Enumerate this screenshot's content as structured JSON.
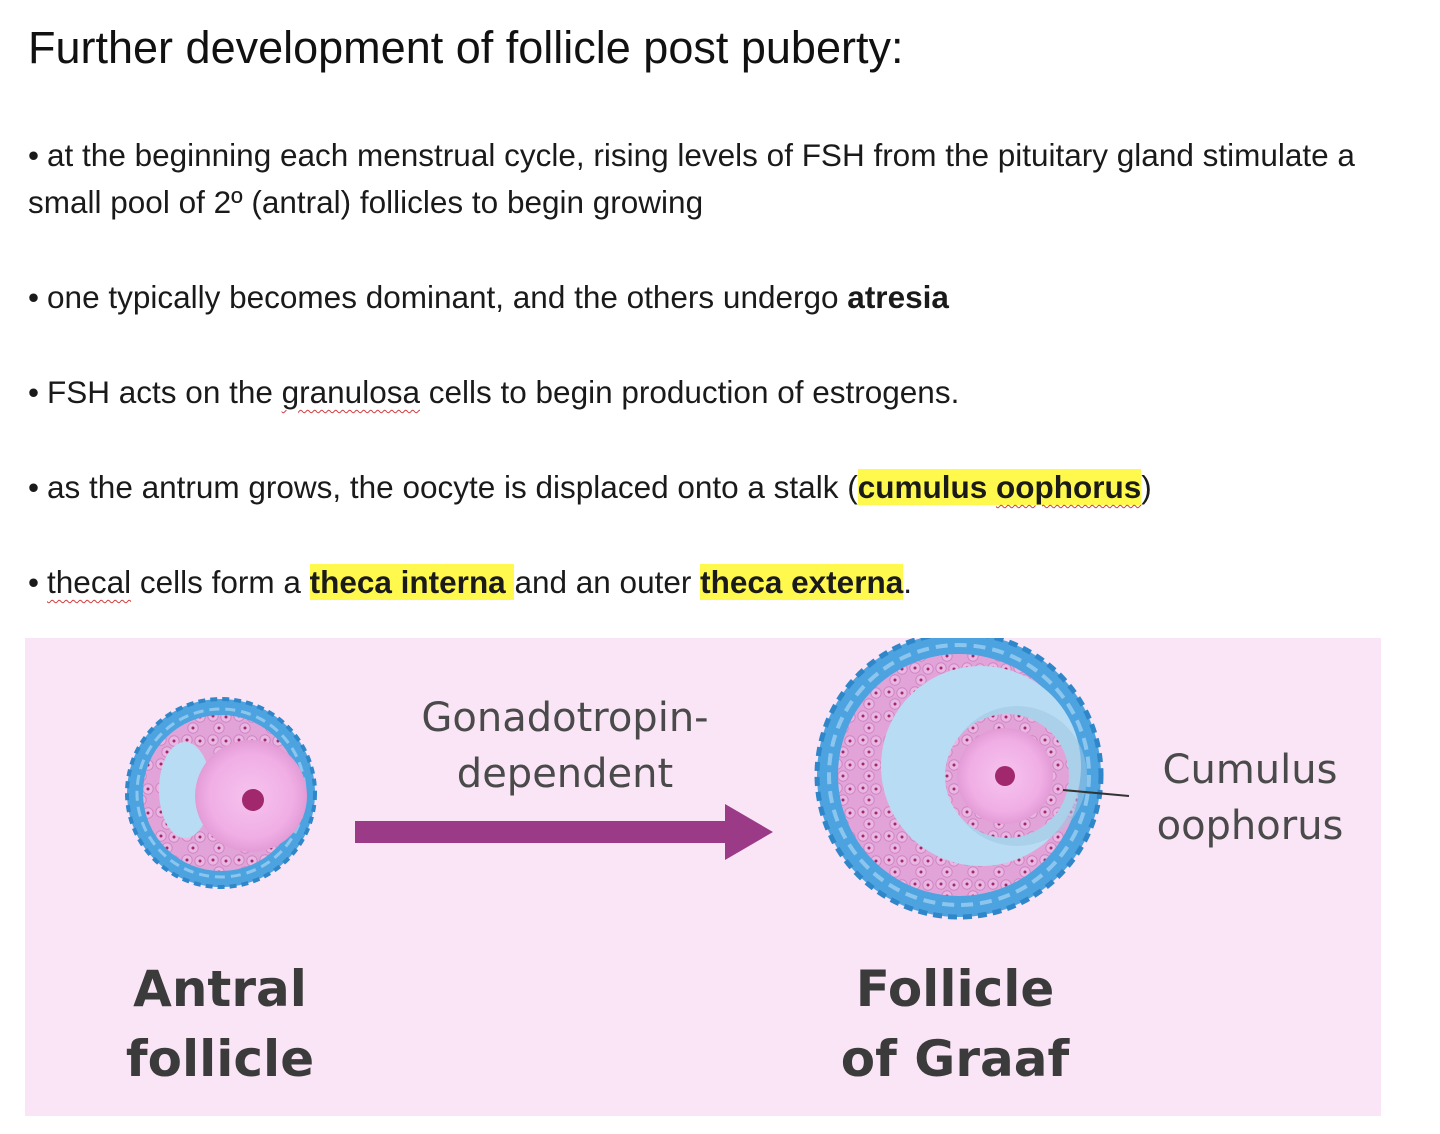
{
  "title": "Further development of follicle post puberty:",
  "bullets": {
    "b1": {
      "dot": "•",
      "text": "at the beginning each menstrual cycle, rising levels of FSH from the pituitary gland stimulate a small pool of 2º (antral) follicles to begin growing"
    },
    "b2": {
      "dot": "•",
      "pre": "one typically becomes dominant,  and the others  undergo ",
      "bold": "atresia"
    },
    "b3": {
      "dot": "•",
      "pre": "FSH acts on the ",
      "squiggle": "granulosa",
      "post": " cells to begin production of estrogens."
    },
    "b4": {
      "dot": "•",
      "pre": "as the antrum grows, the oocyte is displaced onto a stalk (",
      "hl1": "cumulus ",
      "hl2": "oophorus",
      "post": ")"
    },
    "b5": {
      "dot": "•",
      "sq": "thecal",
      "mid1": " cells form a ",
      "hl1": "theca interna ",
      "mid2": "and an outer ",
      "hl2": "theca externa",
      "end": "."
    }
  },
  "diagram": {
    "arrow_label_line1": "Gonadotropin-",
    "arrow_label_line2": "dependent",
    "cumulus_line1": "Cumulus",
    "cumulus_line2": "oophorus",
    "antral_line1": "Antral",
    "antral_line2": "follicle",
    "graaf_line1": "Follicle",
    "graaf_line2": "of Graaf",
    "colors": {
      "panel_bg": "#fae5f6",
      "arrow": "#9b3a86",
      "theca_blue": "#4da3e0",
      "antrum_blue": "#b8dcf3",
      "granulosa_pink": "#e2a4d8",
      "oocyte_pink": "#f3b7e9",
      "nucleus": "#a2286e",
      "highlight": "#fff94d"
    }
  }
}
